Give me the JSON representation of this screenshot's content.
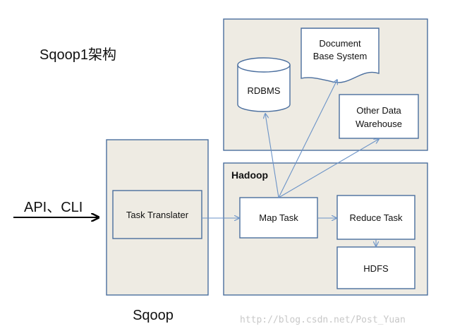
{
  "title": "Sqoop1架构",
  "input_label": "API、CLI",
  "sqoop": {
    "label": "Sqoop",
    "task_translater": "Task Translater"
  },
  "hadoop": {
    "label": "Hadoop",
    "map_task": "Map Task",
    "reduce_task": "Reduce Task",
    "hdfs": "HDFS"
  },
  "stores": {
    "rdbms": "RDBMS",
    "document_line1": "Document",
    "document_line2": "Base System",
    "warehouse_line1": "Other Data",
    "warehouse_line2": "Warehouse"
  },
  "watermark": "http://blog.csdn.net/Post_Yuan",
  "colors": {
    "panel_fill": "#eeebe3",
    "border": "#4a6e9e",
    "flow_arrow": "#6b93c7"
  }
}
